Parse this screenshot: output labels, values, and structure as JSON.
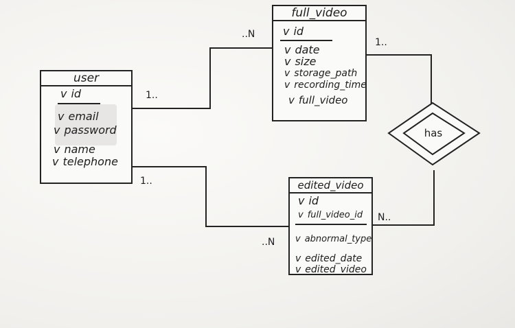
{
  "entities": {
    "user": {
      "title": "user",
      "key": "id",
      "attributes": [
        "email",
        "password",
        "name",
        "telephone"
      ]
    },
    "full_video": {
      "title": "full_video",
      "key": "id",
      "attributes": [
        "date",
        "size",
        "storage_path",
        "recording_time",
        "full_video"
      ]
    },
    "edited_video": {
      "title": "edited_video",
      "keys": [
        "id",
        "full_video_id"
      ],
      "attributes": [
        "abnormal_type",
        "edited_date",
        "edited_video"
      ]
    }
  },
  "relationship": {
    "label": "has"
  },
  "cardinalities": {
    "user_to_full_video_user_side": "1..",
    "user_to_full_video_video_side": "..N",
    "user_to_edited_video_user_side": "1..",
    "user_to_edited_video_video_side": "..N",
    "has_full_video_side": "1..",
    "has_edited_video_side": "N.."
  },
  "tick_symbol": "v"
}
